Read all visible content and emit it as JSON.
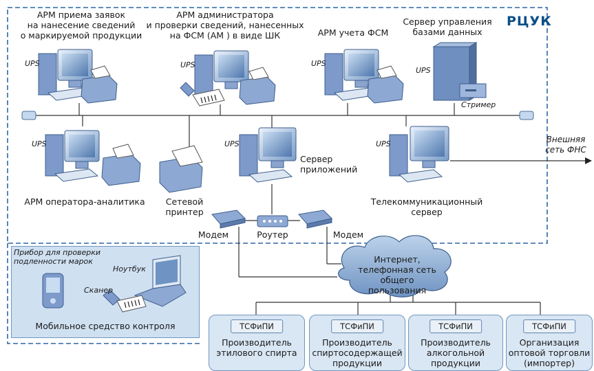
{
  "region_label": "РЦУК",
  "workstations": {
    "arm_zayavki": "АРМ приема заявок\nна нанесение сведений\nо маркируемой продукции",
    "arm_admin": "АРМ администратора\nи проверки сведений, нанесенных\nна ФСМ (АМ ) в виде ШК",
    "arm_fsm": "АРМ учета ФСМ",
    "db_server": "Сервер управления\nбазами данных",
    "streamer": "Стример",
    "arm_analyst": "АРМ оператора-аналитика",
    "network_printer": "Сетевой\nпринтер",
    "app_server": "Сервер\nприложений",
    "telecom_server": "Телекоммуникационный\nсервер",
    "ups": "UPS"
  },
  "external_network": "Внешняя\nсеть ФНС",
  "network_devices": {
    "modem_left": "Модем",
    "router": "Роутер",
    "modem_right": "Модем"
  },
  "internet_cloud": "Интернет,\nтелефонная сеть\nобщего пользования",
  "mobile": {
    "title": "Мобильное средство контроля",
    "device_label": "Прибор для проверки\nподленности марок",
    "laptop_label": "Ноутбук",
    "scanner_label": "Сканер"
  },
  "participants": [
    {
      "tag": "ТСФиПИ",
      "name": "Производитель\nэтилового спирта"
    },
    {
      "tag": "ТСФиПИ",
      "name": "Производитель\nспиртосодержащей\nпродукции"
    },
    {
      "tag": "ТСФиПИ",
      "name": "Производитель\nалкогольной\nпродукции"
    },
    {
      "tag": "ТСФиПИ",
      "name": "Организация\nоптовой торговли\n(импортер)"
    }
  ],
  "colors": {
    "accent": "#0b4f86",
    "device_blue": "#6f8fc0",
    "box_fill": "#cfe0f1",
    "line": "#333333"
  }
}
